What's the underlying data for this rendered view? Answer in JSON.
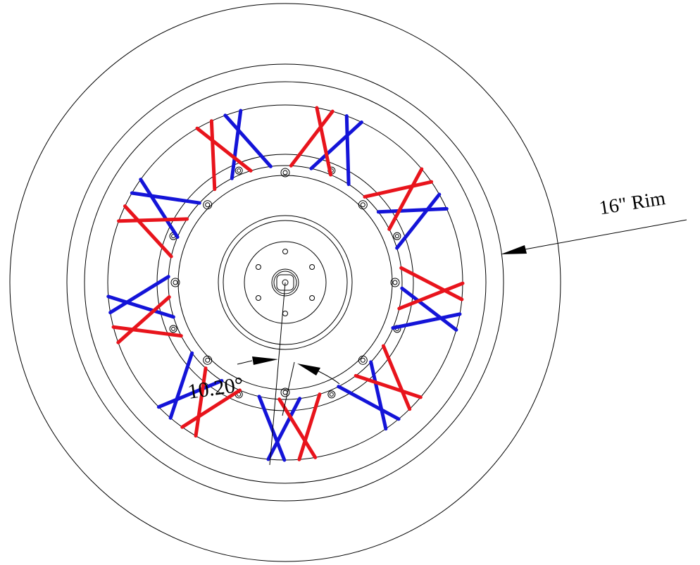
{
  "labels": {
    "rim": "16\" Rim",
    "angle": "10.20°"
  },
  "spokes": {
    "count": 36,
    "colors": [
      "#e8141c",
      "#1414d8"
    ]
  },
  "colors": {
    "line": "#000000",
    "background": "#ffffff"
  }
}
